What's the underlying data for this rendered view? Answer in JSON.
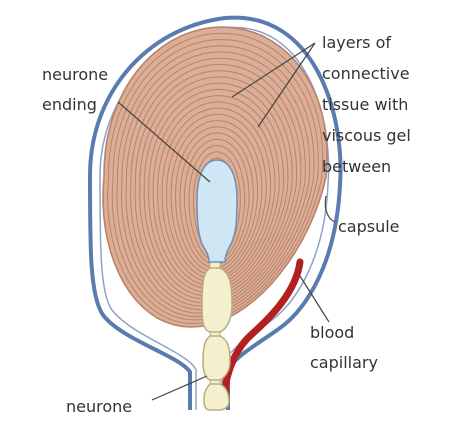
{
  "labels": {
    "layers": [
      "layers of",
      "connective",
      "tissue with",
      "viscous gel",
      "between"
    ],
    "neurone_ending": [
      "neurone",
      "ending"
    ],
    "capsule": "capsule",
    "blood_capillary": [
      "blood",
      "capillary"
    ],
    "neurone": "neurone"
  },
  "colors": {
    "capsule_outline": "#5a7bb0",
    "capsule_fill": "#ffffff",
    "inner_outline": "#8da3c8",
    "layer_fill": "#dcae96",
    "layer_line": "#b8826b",
    "neurone_ending_fill": "#cfe6f5",
    "neurone_ending_outline": "#6f8fb8",
    "neurone_fill": "#f4efcc",
    "neurone_outline": "#b8ad7f",
    "capillary": "#b32020",
    "leader_line": "#444444",
    "text": "#333333"
  }
}
